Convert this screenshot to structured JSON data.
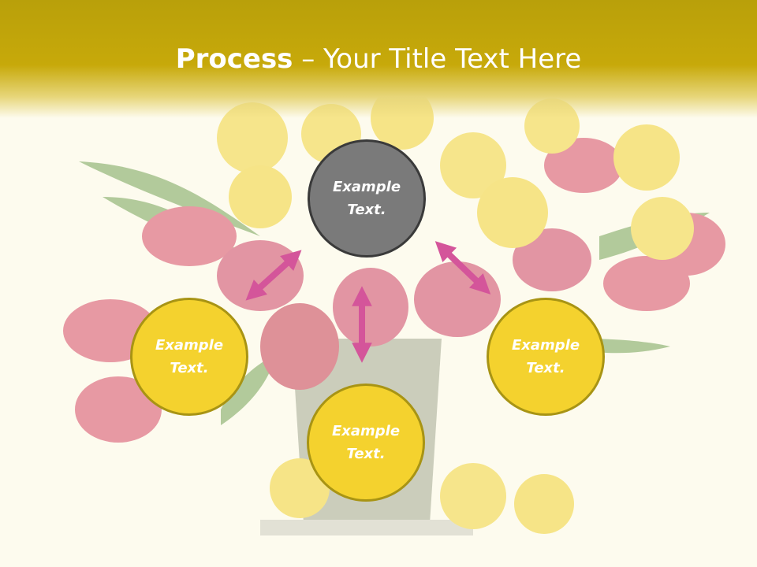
{
  "slide": {
    "title_bold": "Process",
    "title_rest": " – Your Title Text Here"
  },
  "nodes": {
    "top": {
      "line1": "Example",
      "line2": "Text."
    },
    "left": {
      "line1": "Example",
      "line2": "Text."
    },
    "bottom": {
      "line1": "Example",
      "line2": "Text."
    },
    "right": {
      "line1": "Example",
      "line2": "Text."
    }
  },
  "colors": {
    "header": "#c7a90a",
    "center_node": "#7a7a7a",
    "outer_node": "#f4d22e",
    "arrow": "#d4559a",
    "background": "#fdfbee"
  },
  "background_image": "flowers-in-vase"
}
